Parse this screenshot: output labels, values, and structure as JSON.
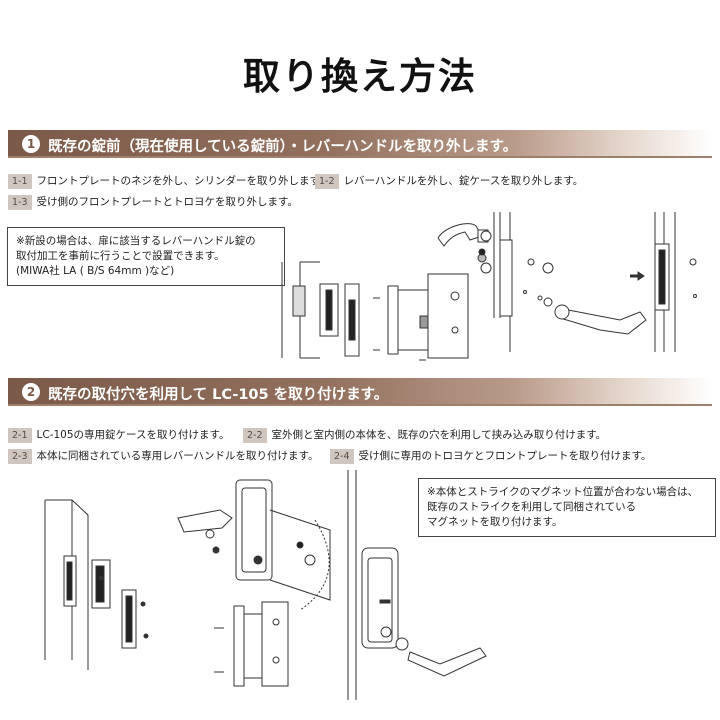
{
  "title": "取り換え方法",
  "section1": {
    "number": "1",
    "heading": "既存の錠前（現在使用している錠前）・レバーハンドルを取り外します。",
    "steps": [
      {
        "tag": "1-1",
        "text": "フロントプレートのネジを外し、シリンダーを取り外します。"
      },
      {
        "tag": "1-2",
        "text": "レバーハンドルを外し、錠ケースを取り外します。"
      },
      {
        "tag": "1-3",
        "text": "受け側のフロントプレートとトロヨケを取り外します。"
      }
    ],
    "note": [
      "※新設の場合は、扉に該当するレバーハンドル錠の",
      "取付加工を事前に行うことで設置できます。",
      "(MIWA社 LA ( B/S 64mm )など)"
    ]
  },
  "section2": {
    "number": "2",
    "heading": "既存の取付穴を利用して LC-105 を取り付けます。",
    "steps": [
      {
        "tag": "2-1",
        "text": "LC-105の専用錠ケースを取り付けます。"
      },
      {
        "tag": "2-2",
        "text": "室外側と室内側の本体を、既存の穴を利用して挟み込み取り付けます。"
      },
      {
        "tag": "2-3",
        "text": "本体に同梱されている専用レバーハンドルを取り付けます。"
      },
      {
        "tag": "2-4",
        "text": "受け側に専用のトロヨケとフロントプレートを取り付けます。"
      }
    ],
    "note": [
      "※本体とストライクのマグネット位置が合わない場合は、",
      "既存のストライクを利用して同梱されている",
      "マグネットを取り付けます。"
    ]
  },
  "colors": {
    "band": "#7b5948",
    "tag_bg": "#cfc6c0"
  }
}
